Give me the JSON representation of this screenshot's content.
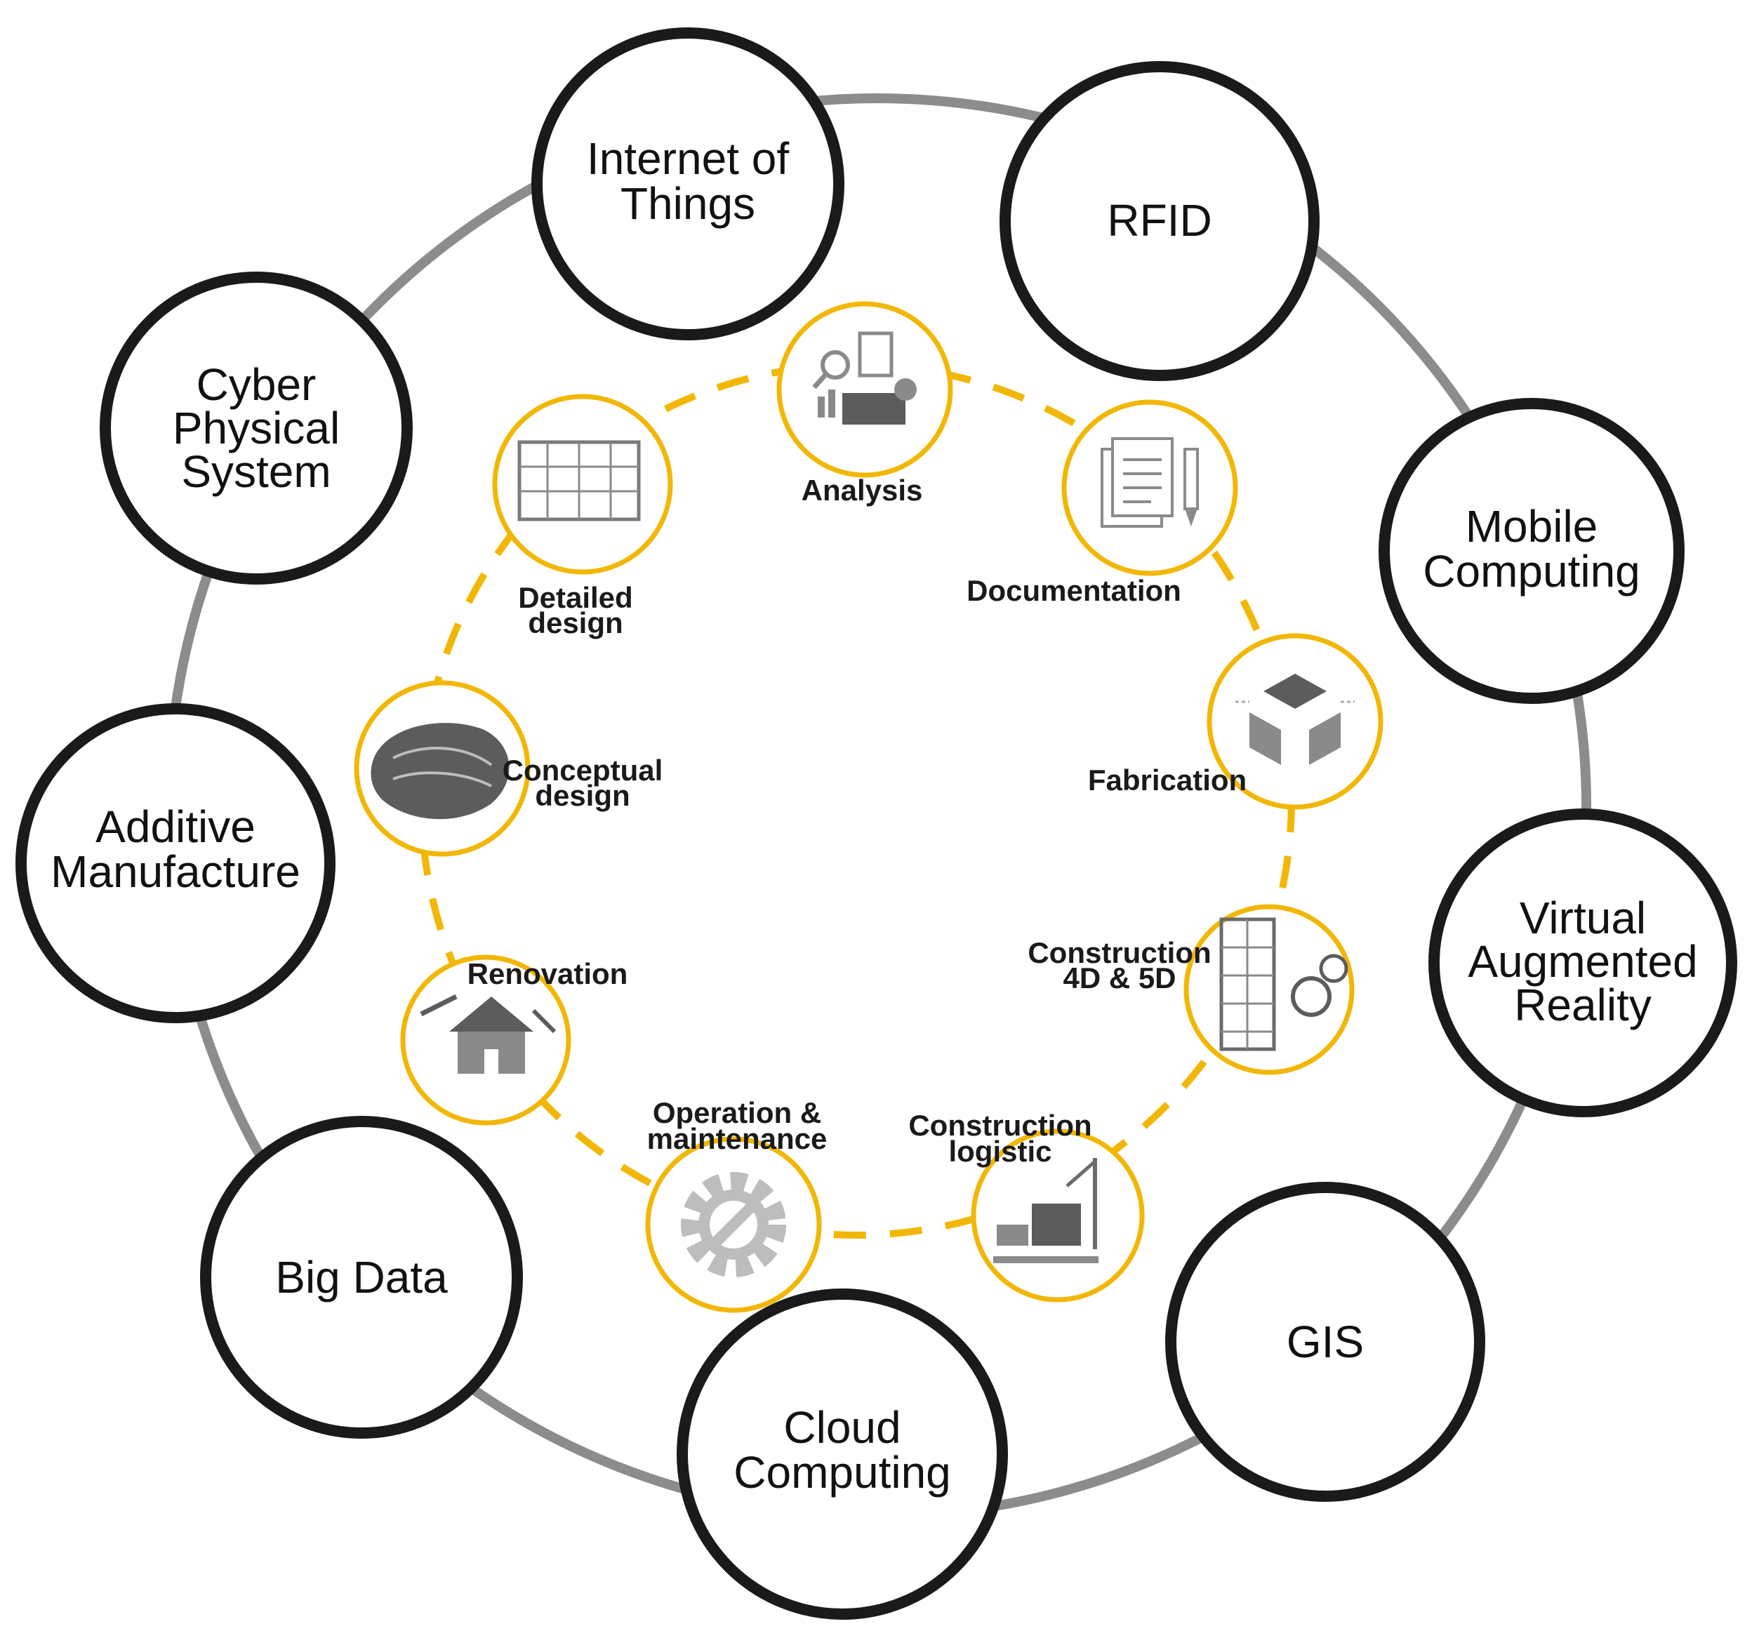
{
  "technologies": [
    {
      "id": "iot",
      "label": [
        "Internet of",
        "Things"
      ]
    },
    {
      "id": "rfid",
      "label": [
        "RFID"
      ]
    },
    {
      "id": "mobile",
      "label": [
        "Mobile",
        "Computing"
      ]
    },
    {
      "id": "var",
      "label": [
        "Virtual",
        "Augmented",
        "Reality"
      ]
    },
    {
      "id": "gis",
      "label": [
        "GIS"
      ]
    },
    {
      "id": "cloud",
      "label": [
        "Cloud",
        "Computing"
      ]
    },
    {
      "id": "bigdata",
      "label": [
        "Big Data"
      ]
    },
    {
      "id": "additive",
      "label": [
        "Additive",
        "Manufacture"
      ]
    },
    {
      "id": "cps",
      "label": [
        "Cyber",
        "Physical",
        "System"
      ]
    }
  ],
  "phases": [
    {
      "id": "analysis",
      "label": [
        "Analysis"
      ],
      "icon": "analysis-icon"
    },
    {
      "id": "documentation",
      "label": [
        "Documentation"
      ],
      "icon": "document-pencil-icon"
    },
    {
      "id": "fabrication",
      "label": [
        "Fabrication"
      ],
      "icon": "box-assembly-icon"
    },
    {
      "id": "construction",
      "label": [
        "Construction",
        "4D & 5D"
      ],
      "icon": "tower-clock-icon"
    },
    {
      "id": "logistic",
      "label": [
        "Construction",
        "logistic"
      ],
      "icon": "crane-site-icon"
    },
    {
      "id": "operation",
      "label": [
        "Operation &",
        "maintenance"
      ],
      "icon": "gear-wrench-icon"
    },
    {
      "id": "renovation",
      "label": [
        "Renovation"
      ],
      "icon": "house-tools-icon"
    },
    {
      "id": "conceptual",
      "label": [
        "Conceptual",
        "design"
      ],
      "icon": "freeform-shell-icon"
    },
    {
      "id": "detailed",
      "label": [
        "Detailed",
        "design"
      ],
      "icon": "building-frame-icon"
    }
  ],
  "colors": {
    "outer_ring": "#8c8c8c",
    "tech_border": "#1a1a1a",
    "phase_ring": "#f2b705"
  }
}
